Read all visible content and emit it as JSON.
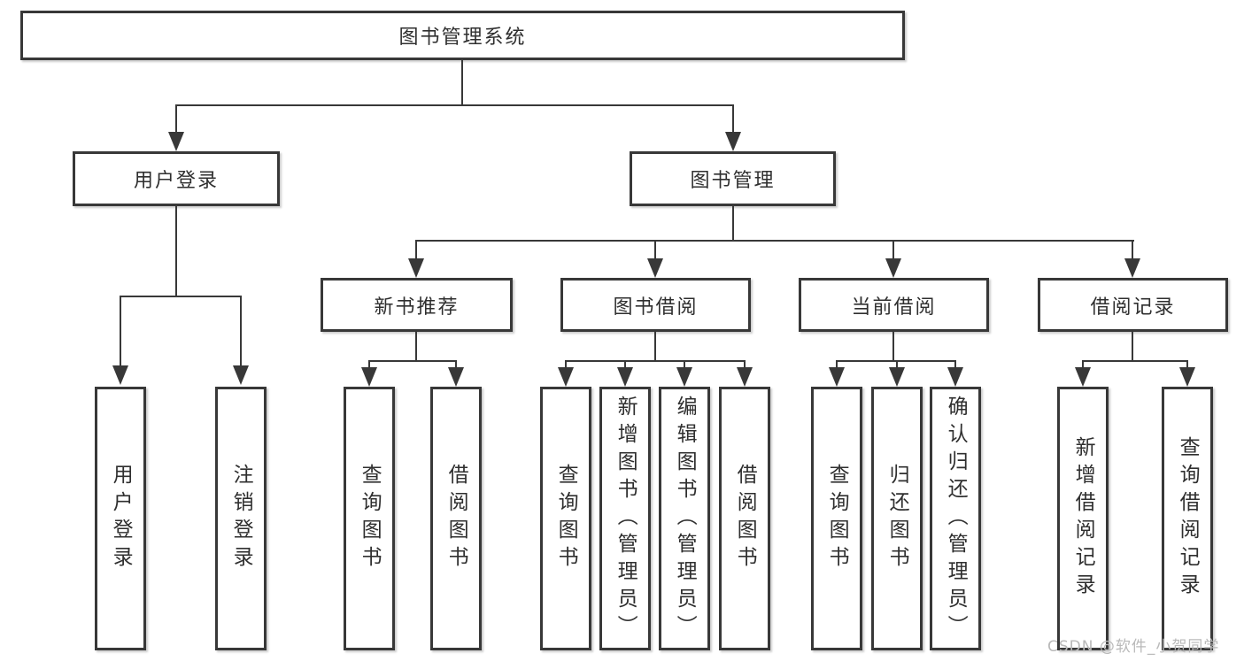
{
  "colors": {
    "line": "#383838",
    "box_border": "#383838",
    "text": "#2f2f2f",
    "background": "#ffffff",
    "watermark": "#b9b9b9"
  },
  "diagram": {
    "title": "图书管理系统",
    "branches": [
      {
        "label": "用户登录",
        "children": [
          "用户登录",
          "注销登录"
        ]
      },
      {
        "label": "图书管理",
        "modules": [
          {
            "label": "新书推荐",
            "children": [
              "查询图书",
              "借阅图书"
            ]
          },
          {
            "label": "图书借阅",
            "children": [
              "查询图书",
              "新增图书（管理员）",
              "编辑图书（管理员）",
              "借阅图书"
            ]
          },
          {
            "label": "当前借阅",
            "children": [
              "查询图书",
              "归还图书",
              "确认归还（管理员）"
            ]
          },
          {
            "label": "借阅记录",
            "children": [
              "新增借阅记录",
              "查询借阅记录"
            ]
          }
        ]
      }
    ]
  },
  "watermark": {
    "text": "CSDN @软件_小贺同学"
  }
}
